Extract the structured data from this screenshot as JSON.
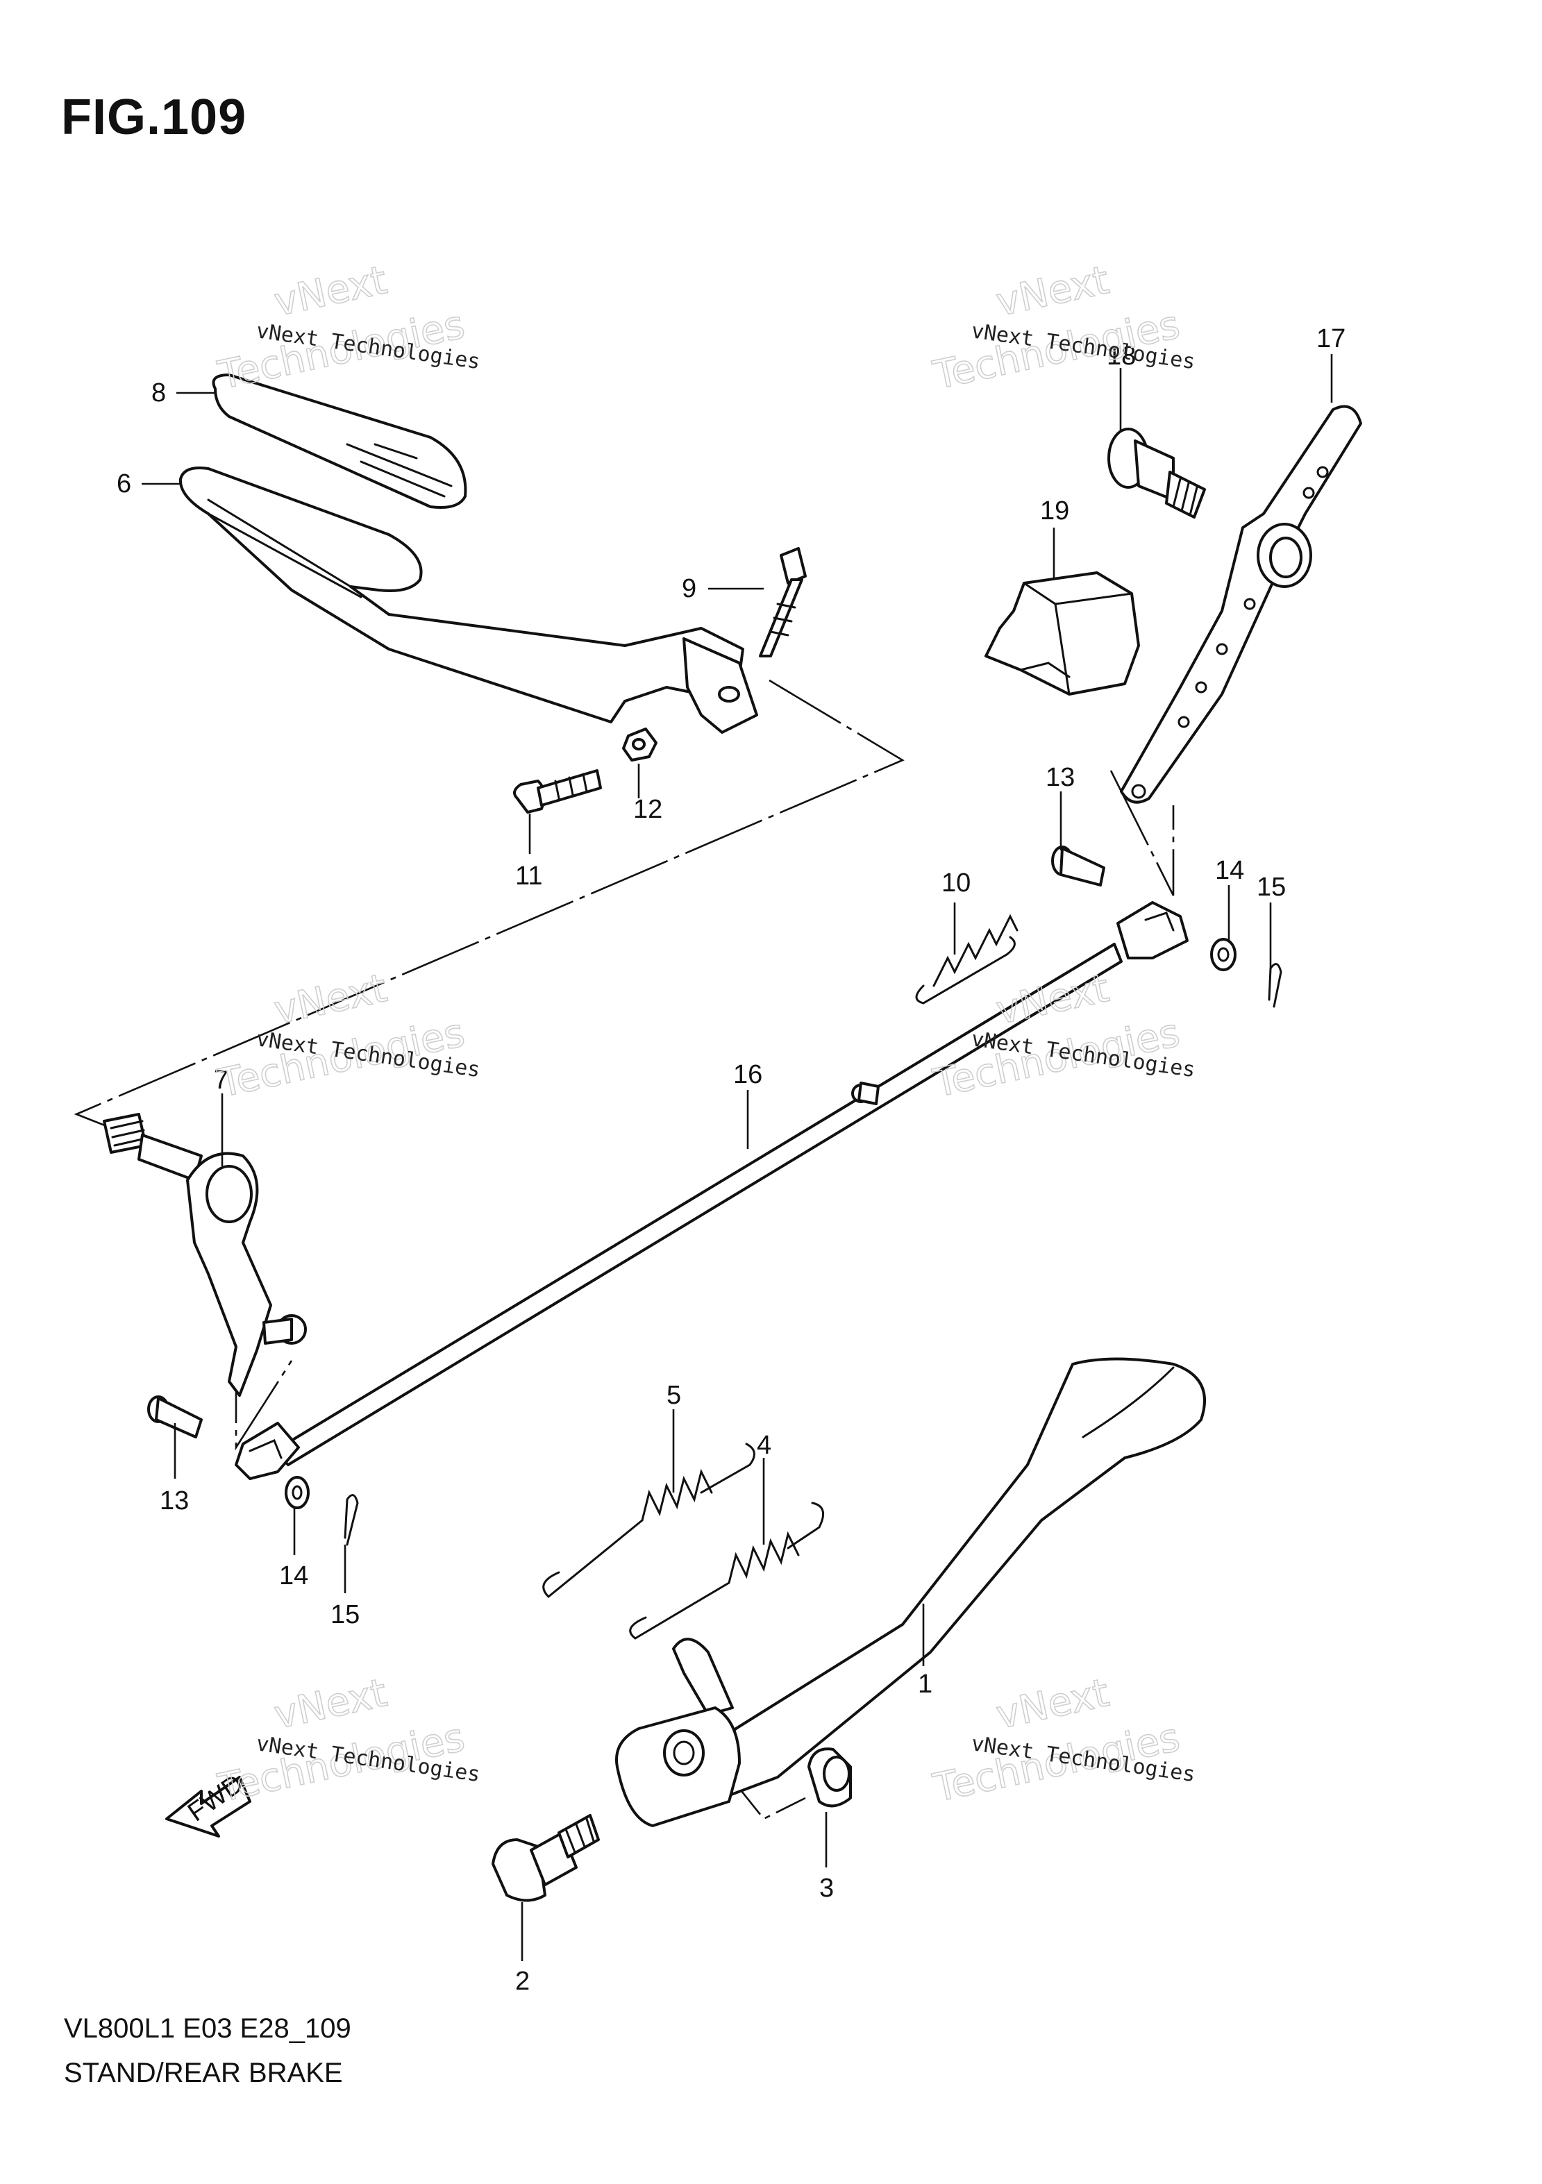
{
  "figure": {
    "title": "FIG.109",
    "model_code": "VL800L1 E03 E28_109",
    "section_name": "STAND/REAR BRAKE"
  },
  "watermark": {
    "line1": "vNext Technologies",
    "line2a": "vNext",
    "line2b": "Technologies"
  },
  "fwd_label": "FWD",
  "callouts": [
    "1",
    "2",
    "3",
    "4",
    "5",
    "6",
    "7",
    "8",
    "9",
    "10",
    "11",
    "12",
    "13",
    "13",
    "14",
    "14",
    "15",
    "15",
    "16",
    "17",
    "18",
    "19"
  ]
}
